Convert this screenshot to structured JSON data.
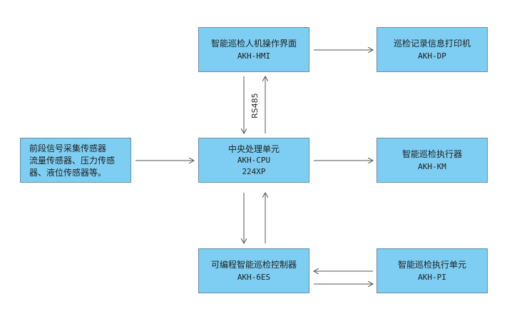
{
  "nodes": {
    "hmi": {
      "title": "智能巡检人机操作界面",
      "code": "AKH-HMI"
    },
    "printer": {
      "title": "巡检记录信息打印机",
      "code": "AKH-DP"
    },
    "sensors": {
      "line1": "前段信号采集传感器",
      "line2": "流量传感器、压力传感",
      "line3": "器、液位传感器等。"
    },
    "cpu": {
      "title": "中央处理单元",
      "code": "AKH-CPU",
      "code2": "224XP"
    },
    "actuator": {
      "title": "智能巡检执行器",
      "code": "AKH-KM"
    },
    "plc": {
      "title": "可编程智能巡检控制器",
      "code": "AKH-6ES"
    },
    "exec_unit": {
      "title": "智能巡检执行单元",
      "code": "AKH-PI"
    }
  },
  "labels": {
    "rs485": "RS485"
  },
  "colors": {
    "box_fill": "#7dcef2",
    "box_border": "#6a8fa3",
    "arrow": "#555555"
  }
}
